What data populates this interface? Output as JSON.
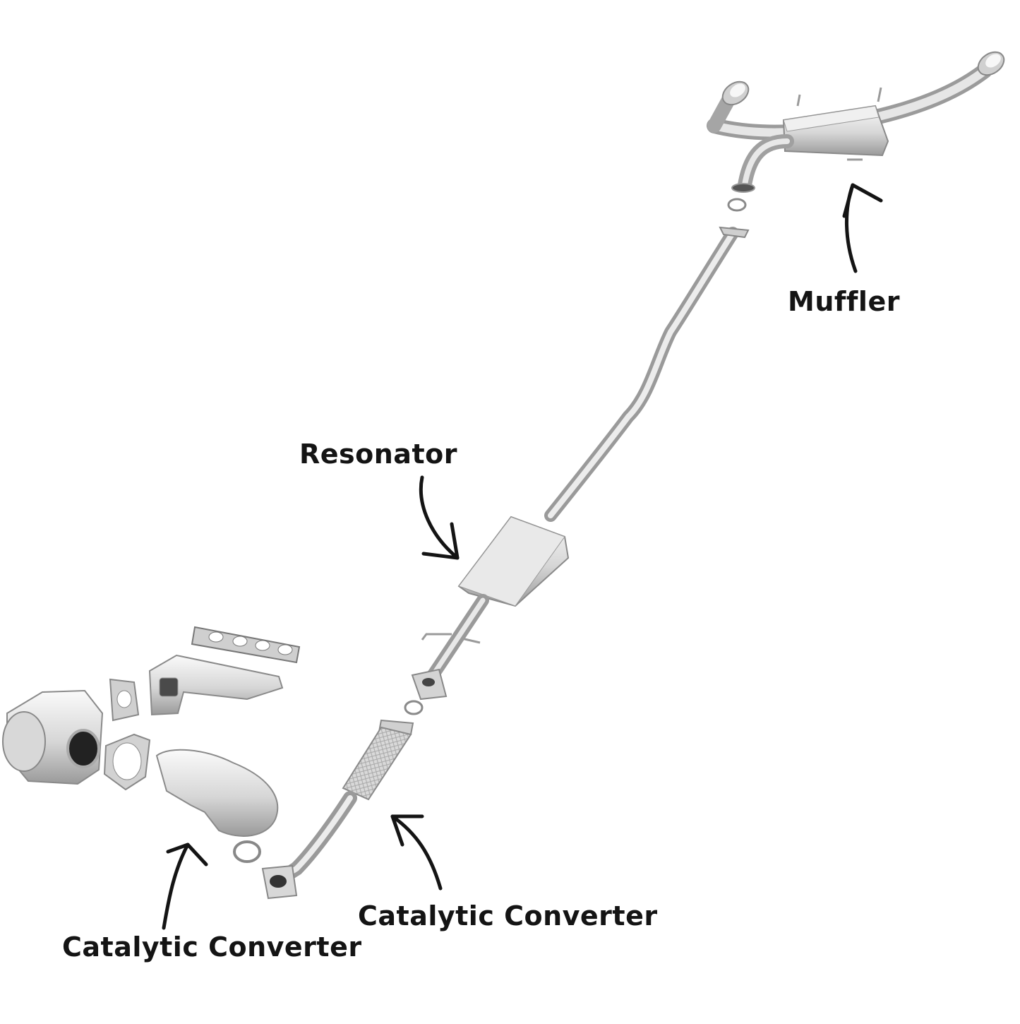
{
  "labels": {
    "muffler": "Muffler",
    "resonator": "Resonator",
    "catalytic_converter_front": "Catalytic Converter",
    "catalytic_converter_rear": "Catalytic Converter"
  },
  "colors": {
    "background": "#ffffff",
    "label_text": "#141414",
    "arrow": "#141414",
    "steel_light": "#f2f2f2",
    "steel_mid": "#c8c8c8",
    "steel_dark": "#8a8a8a"
  }
}
